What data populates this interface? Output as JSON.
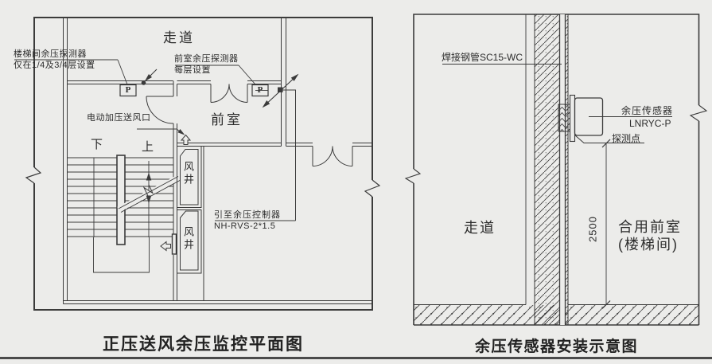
{
  "colors": {
    "background": "#ececea",
    "ink": "#3b3b3b",
    "text": "#2c2c2c"
  },
  "plan": {
    "caption": "正压送风余压监控平面图",
    "corridor": "走道",
    "anteroom": "前室",
    "stair_down": "下",
    "stair_up": "上",
    "shaft": "风井",
    "detector_symbol": "P",
    "stair_detector_note": {
      "line1": "楼梯间余压探测器",
      "line2": "仅在1/4及3/4层设置"
    },
    "anteroom_detector_note": {
      "line1": "前室余压探测器",
      "line2": "每层设置"
    },
    "supply_outlet_note": "电动加压送风口",
    "controller_note": {
      "line1": "引至余压控制器",
      "line2": "NH-RVS-2*1.5"
    }
  },
  "section": {
    "caption": "余压传感器安装示意图",
    "pipe_note": "焊接钢管SC15-WC",
    "sensor_note": {
      "line1": "余压传感器",
      "line2": "LNRYC-P"
    },
    "probe_note": "探测点",
    "mounting_height": "2500",
    "corridor": "走道",
    "room": {
      "line1": "合用前室",
      "line2": "(楼梯间)"
    }
  }
}
